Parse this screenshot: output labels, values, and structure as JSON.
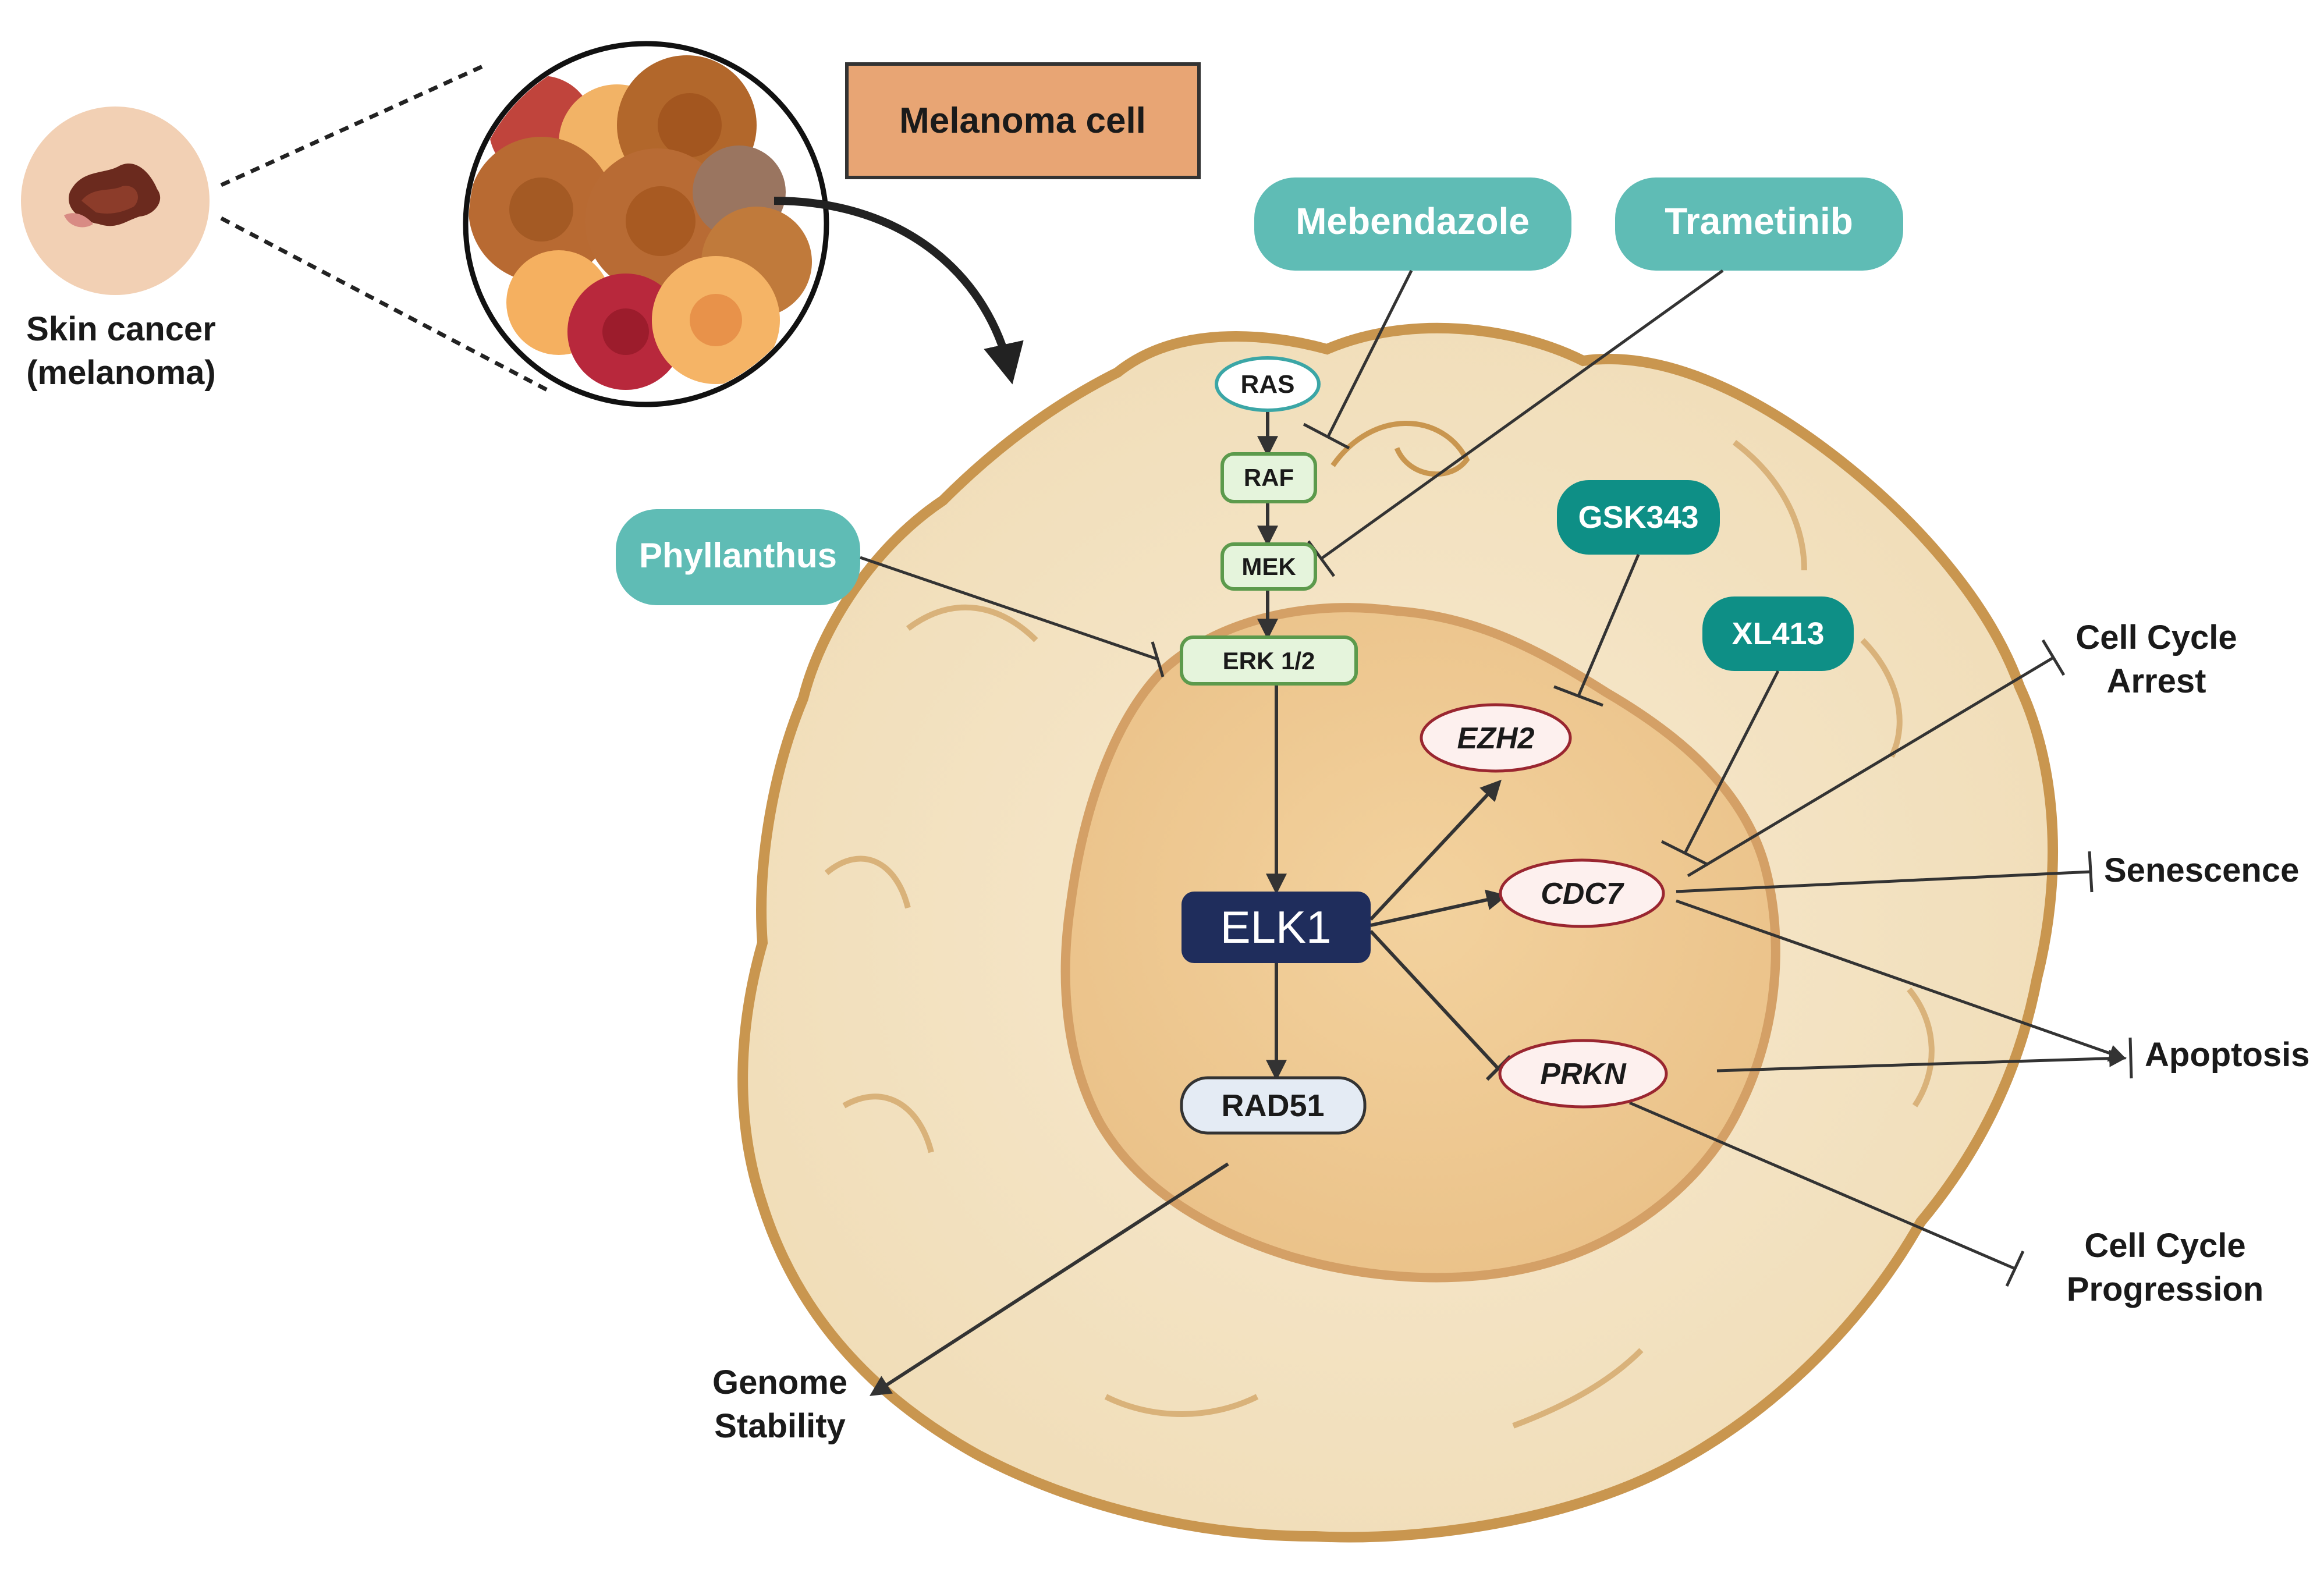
{
  "header": {
    "title_box": "Melanoma cell"
  },
  "skin": {
    "line1": "Skin cancer",
    "line2": "(melanoma)"
  },
  "drugs": {
    "mebendazole": "Mebendazole",
    "trametinib": "Trametinib",
    "phyllanthus": "Phyllanthus",
    "gsk343": "GSK343",
    "xl413": "XL413"
  },
  "pathway": {
    "ras": "RAS",
    "raf": "RAF",
    "mek": "MEK",
    "erk": "ERK 1/2",
    "elk1": "ELK1",
    "rad51": "RAD51",
    "ezh2": "EZH2",
    "cdc7": "CDC7",
    "prkn": "PRKN"
  },
  "outcomes": {
    "arrest_1": "Cell Cycle",
    "arrest_2": "Arrest",
    "senescence": "Senescence",
    "apoptosis": "Apoptosis",
    "progression_1": "Cell Cycle",
    "progression_2": "Progression",
    "genome_1": "Genome",
    "genome_2": "Stability"
  },
  "colors": {
    "drug_light": "#5fbcb5",
    "drug_dark": "#0e8f86",
    "title_box": "#e8a574",
    "elk1": "#1f2d5c",
    "kinase_fill": "#e5f4dc",
    "kinase_stroke": "#5c9a4c",
    "gene_fill": "#fdf0ee",
    "gene_stroke": "#9a2630",
    "cell_fill": "#f6e7c8",
    "cell_stroke": "#c9964f",
    "nucleus_fill": "#f0cc94"
  }
}
